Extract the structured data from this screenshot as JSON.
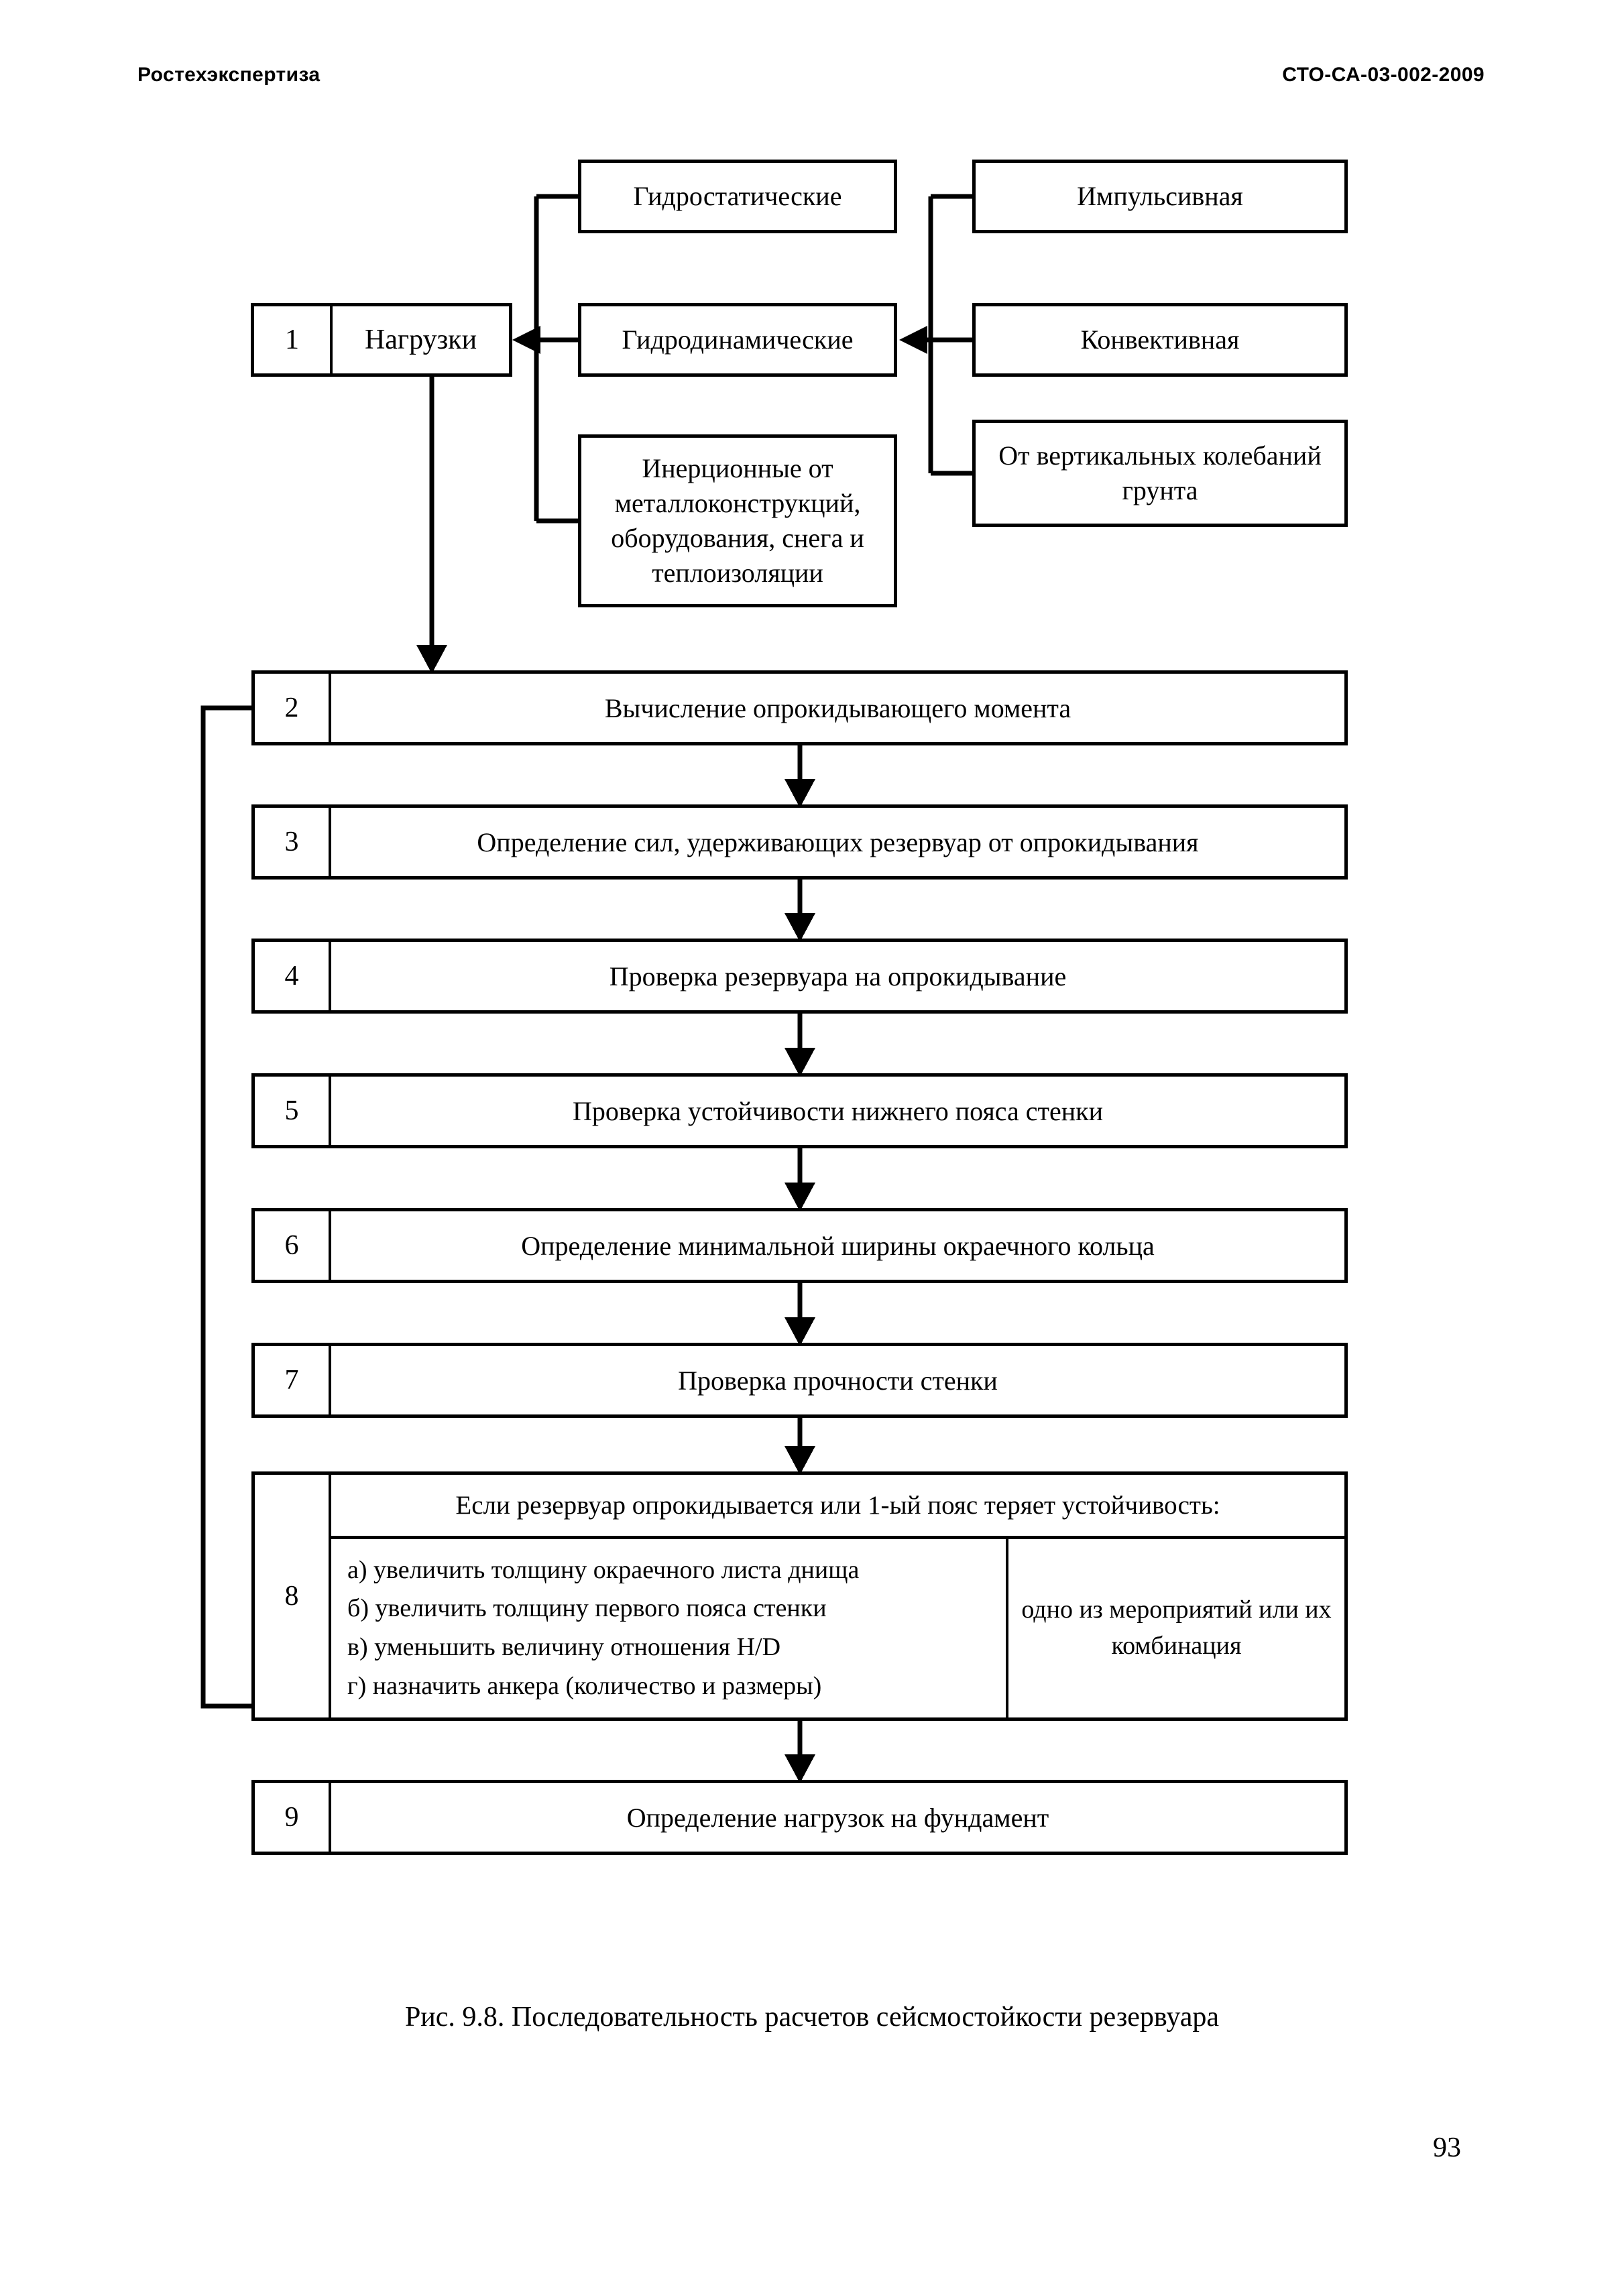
{
  "header": {
    "left": "Ростехэкспертиза",
    "right": "СТО-СА-03-002-2009"
  },
  "figure": {
    "caption": "Рис. 9.8. Последовательность расчетов сейсмостойкости резервуара",
    "page_number": "93"
  },
  "loads_block": {
    "number": "1",
    "label": "Нагрузки",
    "middle_column": [
      {
        "label": "Гидростатические"
      },
      {
        "label": "Гидродинамические"
      },
      {
        "label": "Инерционные от металлоконструкций, оборудования, снега и теплоизоляции"
      }
    ],
    "right_column": [
      {
        "label": "Импульсивная"
      },
      {
        "label": "Конвективная"
      },
      {
        "label": "От вертикальных колебаний грунта"
      }
    ]
  },
  "steps": [
    {
      "number": "2",
      "label": "Вычисление опрокидывающего момента"
    },
    {
      "number": "3",
      "label": "Определение сил, удерживающих резервуар от опрокидывания"
    },
    {
      "number": "4",
      "label": "Проверка резервуара на опрокидывание"
    },
    {
      "number": "5",
      "label": "Проверка устойчивости нижнего пояса стенки"
    },
    {
      "number": "6",
      "label": "Определение минимальной ширины окраечного кольца"
    },
    {
      "number": "7",
      "label": "Проверка прочности стенки"
    }
  ],
  "step8": {
    "number": "8",
    "condition": "Если резервуар опрокидывается или 1-ый пояс теряет устойчивость:",
    "measures": [
      "а) увеличить толщину окраечного листа днища",
      "б) увеличить толщину первого пояса стенки",
      "в) уменьшить величину отношения H/D",
      "г) назначить анкера (количество и размеры)"
    ],
    "note": "одно из мероприятий или их комбинация"
  },
  "step9": {
    "number": "9",
    "label": "Определение нагрузок на фундамент"
  }
}
